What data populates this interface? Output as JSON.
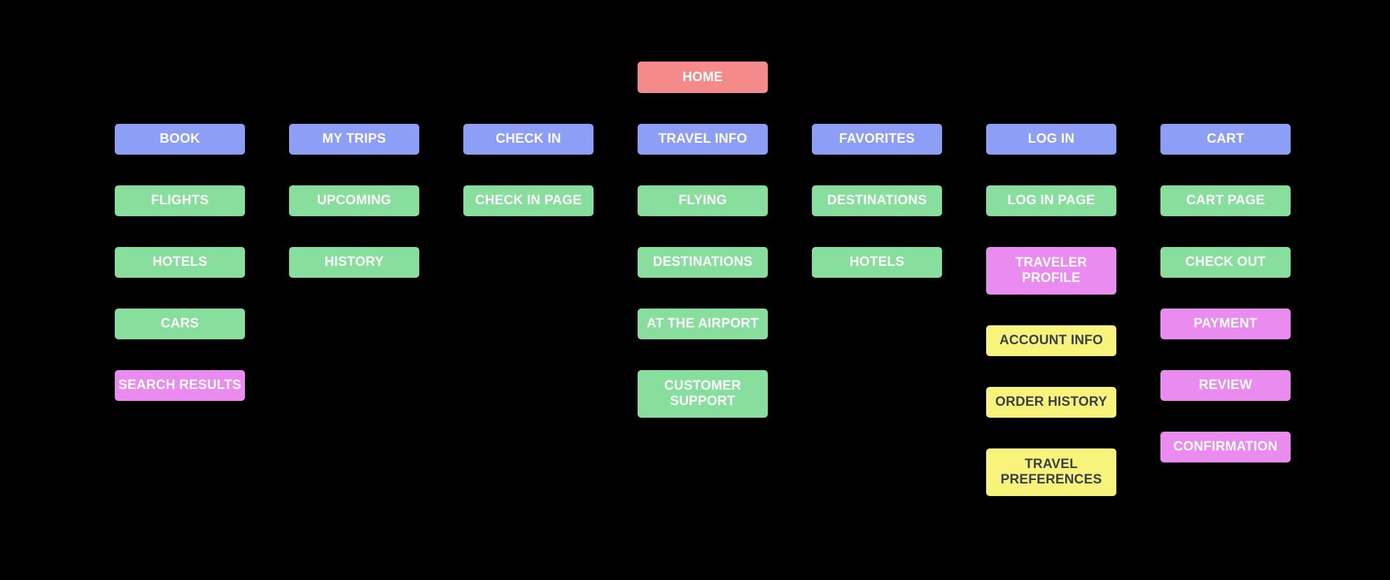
{
  "background": "#000000",
  "colors": {
    "home": "#F58A8A",
    "nav": "#8C9EF5",
    "page": "#87DE9D",
    "violet": "#EA8BEF",
    "yellow": "#F7F37B",
    "text_light": "#FFFFFF",
    "text_dark": "#3A4045"
  },
  "sitemap": {
    "root": {
      "id": "home",
      "label": "HOME",
      "color": "home"
    },
    "columns": [
      {
        "nav": {
          "id": "book",
          "label": "BOOK",
          "color": "nav"
        },
        "children": [
          {
            "id": "flights",
            "label": "FLIGHTS",
            "color": "page"
          },
          {
            "id": "hotels",
            "label": "HOTELS",
            "color": "page"
          },
          {
            "id": "cars",
            "label": "CARS",
            "color": "page"
          },
          {
            "id": "search-results",
            "label": "SEARCH RESULTS",
            "color": "violet"
          }
        ]
      },
      {
        "nav": {
          "id": "my-trips",
          "label": "MY TRIPS",
          "color": "nav"
        },
        "children": [
          {
            "id": "upcoming",
            "label": "UPCOMING",
            "color": "page"
          },
          {
            "id": "history",
            "label": "HISTORY",
            "color": "page"
          }
        ]
      },
      {
        "nav": {
          "id": "check-in",
          "label": "CHECK IN",
          "color": "nav"
        },
        "children": [
          {
            "id": "check-in-page",
            "label": "CHECK IN PAGE",
            "color": "page"
          }
        ]
      },
      {
        "nav": {
          "id": "travel-info",
          "label": "TRAVEL INFO",
          "color": "nav"
        },
        "children": [
          {
            "id": "flying",
            "label": "FLYING",
            "color": "page"
          },
          {
            "id": "destinations",
            "label": "DESTINATIONS",
            "color": "page"
          },
          {
            "id": "at-the-airport",
            "label": "AT THE AIRPORT",
            "color": "page"
          },
          {
            "id": "customer-support",
            "label": "CUSTOMER SUPPORT",
            "color": "page",
            "tall": true
          }
        ]
      },
      {
        "nav": {
          "id": "favorites",
          "label": "FAVORITES",
          "color": "nav"
        },
        "children": [
          {
            "id": "favorites-destinations",
            "label": "DESTINATIONS",
            "color": "page"
          },
          {
            "id": "favorites-hotels",
            "label": "HOTELS",
            "color": "page"
          }
        ]
      },
      {
        "nav": {
          "id": "log-in",
          "label": "LOG IN",
          "color": "nav"
        },
        "children": [
          {
            "id": "log-in-page",
            "label": "LOG IN PAGE",
            "color": "page"
          },
          {
            "id": "traveler-profile",
            "label": "TRAVELER PROFILE",
            "color": "violet",
            "tall": true
          },
          {
            "id": "account-info",
            "label": "ACCOUNT INFO",
            "color": "yellow"
          },
          {
            "id": "order-history",
            "label": "ORDER HISTORY",
            "color": "yellow"
          },
          {
            "id": "travel-preferences",
            "label": "TRAVEL PREFERENCES",
            "color": "yellow",
            "tall": true
          }
        ]
      },
      {
        "nav": {
          "id": "cart",
          "label": "CART",
          "color": "nav"
        },
        "children": [
          {
            "id": "cart-page",
            "label": "CART PAGE",
            "color": "page"
          },
          {
            "id": "check-out",
            "label": "CHECK OUT",
            "color": "page"
          },
          {
            "id": "payment",
            "label": "PAYMENT",
            "color": "violet"
          },
          {
            "id": "review",
            "label": "REVIEW",
            "color": "violet"
          },
          {
            "id": "confirmation",
            "label": "CONFIRMATION",
            "color": "violet"
          }
        ]
      }
    ]
  }
}
